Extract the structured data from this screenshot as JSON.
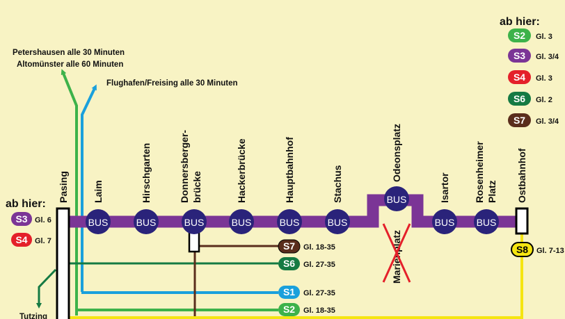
{
  "colors": {
    "background": "#f8f3c4",
    "trunk": "#7b3596",
    "bus_circle": "#2a237a",
    "S1": "#1aa0dc",
    "S2": "#3db24a",
    "S3": "#7b3596",
    "S4": "#e4202a",
    "S6": "#157a43",
    "S7": "#5a2d1c",
    "S8": "#f5e511",
    "closed_cross": "#e4202a"
  },
  "stations": [
    {
      "name": "Pasing"
    },
    {
      "name": "Laim",
      "bus": "BUS"
    },
    {
      "name": "Hirschgarten",
      "bus": "BUS"
    },
    {
      "name": "Donnersberger-\nbrücke",
      "bus": "BUS"
    },
    {
      "name": "Hackerbrücke",
      "bus": "BUS"
    },
    {
      "name": "Hauptbahnhof",
      "bus": "BUS"
    },
    {
      "name": "Stachus",
      "bus": "BUS"
    },
    {
      "name": "Odeonsplatz",
      "bus": "BUS"
    },
    {
      "name": "Marienplatz",
      "closed": true
    },
    {
      "name": "Isartor",
      "bus": "BUS"
    },
    {
      "name": "Rosenheimer\nPlatz",
      "bus": "BUS"
    },
    {
      "name": "Ostbahnhof"
    }
  ],
  "left_panel": {
    "title": "ab hier:",
    "items": [
      {
        "line": "S3",
        "track": "Gl. 6"
      },
      {
        "line": "S4",
        "track": "Gl. 7"
      }
    ]
  },
  "right_panel": {
    "title": "ab hier:",
    "items": [
      {
        "line": "S2",
        "track": "Gl. 3"
      },
      {
        "line": "S3",
        "track": "Gl. 3/4"
      },
      {
        "line": "S4",
        "track": "Gl. 3"
      },
      {
        "line": "S6",
        "track": "Gl. 2"
      },
      {
        "line": "S7",
        "track": "Gl. 3/4"
      }
    ]
  },
  "branch_labels": [
    {
      "line": "S7",
      "track": "Gl. 18-35"
    },
    {
      "line": "S6",
      "track": "Gl. 27-35"
    },
    {
      "line": "S1",
      "track": "Gl. 27-35"
    },
    {
      "line": "S2",
      "track": "Gl. 18-35"
    },
    {
      "line": "S8",
      "track": "Gl. 7-13"
    }
  ],
  "destinations": {
    "petershausen": "Petershausen alle 30 Minuten",
    "altomuenster": "Altomünster alle 60 Minuten",
    "flughafen": "Flughafen/Freising alle 30 Minuten",
    "tutzing": "Tutzing"
  }
}
